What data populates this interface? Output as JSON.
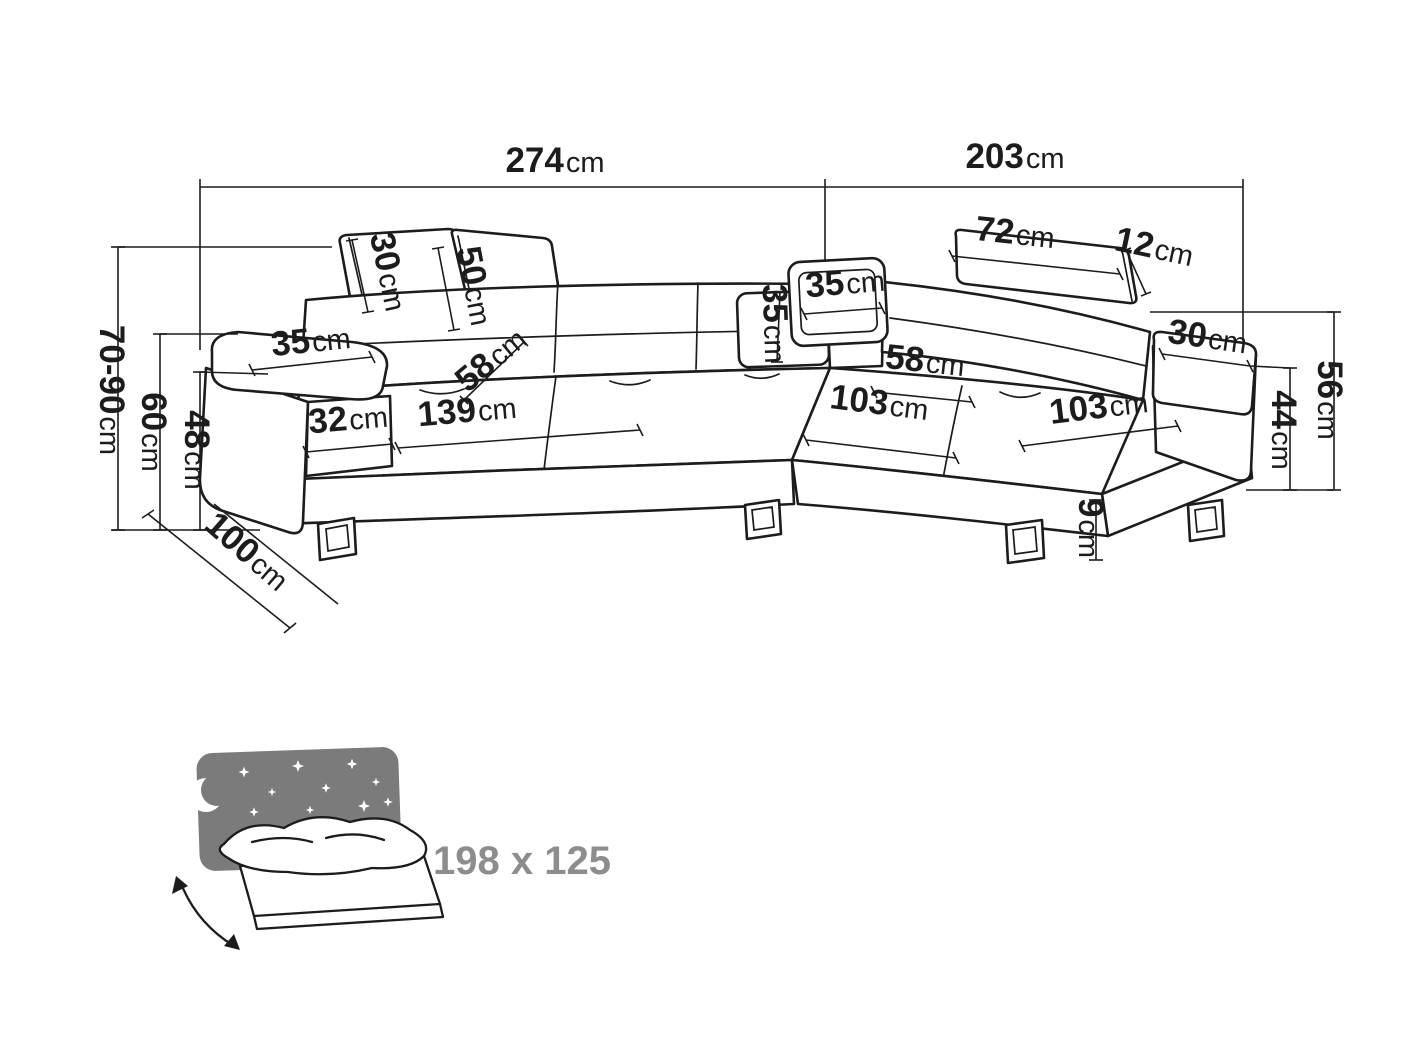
{
  "diagram": {
    "colors": {
      "line": "#1c1c1c",
      "icon_gray": "#7b7b7b",
      "size_label_text": "#8d8d8d"
    },
    "dims": {
      "overall_width_left": {
        "value": "274",
        "unit": "cm"
      },
      "overall_width_right": {
        "value": "203",
        "unit": "cm"
      },
      "overall_height": {
        "value": "70-90",
        "unit": "cm"
      },
      "armrest_height": {
        "value": "60",
        "unit": "cm"
      },
      "seat_height": {
        "value": "48",
        "unit": "cm"
      },
      "armrest_top_width": {
        "value": "35",
        "unit": "cm"
      },
      "headrest_height_left": {
        "value": "30",
        "unit": "cm"
      },
      "backrest_height": {
        "value": "50",
        "unit": "cm"
      },
      "seat_depth_left": {
        "value": "58",
        "unit": "cm"
      },
      "seat_width_left": {
        "value": "139",
        "unit": "cm"
      },
      "armrest_front_width": {
        "value": "32",
        "unit": "cm"
      },
      "overall_depth": {
        "value": "100",
        "unit": "cm"
      },
      "corner_cushion_height": {
        "value": "35",
        "unit": "cm"
      },
      "corner_pillow_width": {
        "value": "35",
        "unit": "cm"
      },
      "headrest_width_right": {
        "value": "72",
        "unit": "cm"
      },
      "headrest_thickness_right": {
        "value": "12",
        "unit": "cm"
      },
      "armrest_top_width_right": {
        "value": "30",
        "unit": "cm"
      },
      "backrest_height_right": {
        "value": "56",
        "unit": "cm"
      },
      "seat_height_right": {
        "value": "44",
        "unit": "cm"
      },
      "seat_depth_right": {
        "value": "58",
        "unit": "cm"
      },
      "chaise_seat_width": {
        "value": "103",
        "unit": "cm"
      },
      "end_seat_width": {
        "value": "103",
        "unit": "cm"
      },
      "leg_height": {
        "value": "9",
        "unit": "cm"
      }
    },
    "sleeping_area": {
      "icon": "fold-out-bed-icon",
      "size_label": "198 x 125"
    }
  }
}
